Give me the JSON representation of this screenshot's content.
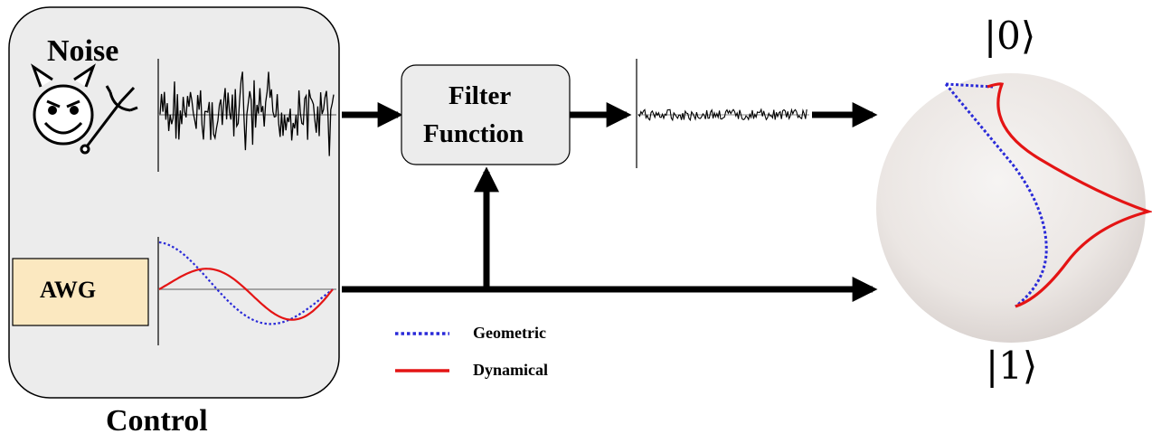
{
  "control": {
    "noise_label": "Noise",
    "awg_label": "AWG",
    "panel_label": "Control"
  },
  "filter": {
    "line1": "Filter",
    "line2": "Function"
  },
  "legend": [
    {
      "label": "Geometric",
      "color": "#2a2ad8",
      "style": "dotted"
    },
    {
      "label": "Dynamical",
      "color": "#e41414",
      "style": "solid"
    }
  ],
  "bloch": {
    "top_ket": "|0⟩",
    "bottom_ket": "|1⟩"
  },
  "colors": {
    "panel_fill": "#ececec",
    "awg_fill": "#fbe8c0",
    "filter_fill": "#ececec",
    "geometric": "#2a2ad8",
    "dynamical": "#e41414"
  },
  "icons": [
    "devil-icon",
    "trident-icon"
  ]
}
